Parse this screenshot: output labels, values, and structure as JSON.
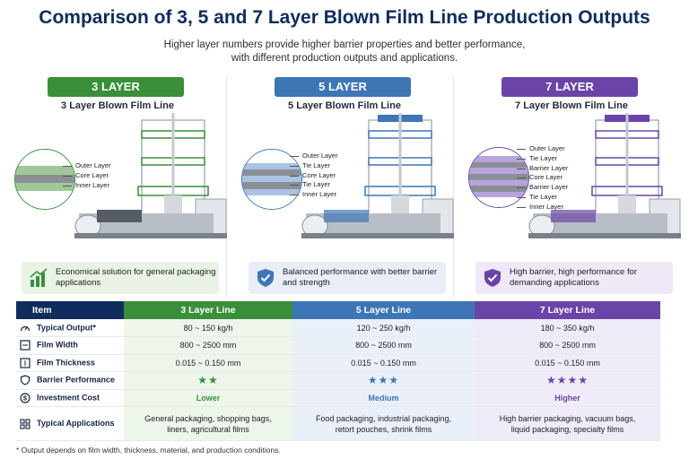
{
  "header": {
    "title": "Comparison of 3, 5 and 7 Layer Blown Film Line Production Outputs",
    "subtitle_line1": "Higher layer numbers provide higher barrier properties and better performance,",
    "subtitle_line2": "with different production outputs and applications."
  },
  "colors": {
    "green": "#3a8f3a",
    "blue": "#3e76b5",
    "purple": "#6a45a7",
    "navy": "#0f2d5c"
  },
  "panels": [
    {
      "badge": "3 LAYER",
      "title": "3 Layer Blown Film Line",
      "layers": [
        "Outer Layer",
        "Core Layer",
        "Inner Layer"
      ],
      "benefit": "Economical solution for general packaging applications",
      "benefit_icon": "bar-chart-up-icon"
    },
    {
      "badge": "5 LAYER",
      "title": "5 Layer Blown Film Line",
      "layers": [
        "Outer Layer",
        "Tie Layer",
        "Core Layer",
        "Tie Layer",
        "Inner Layer"
      ],
      "benefit": "Balanced performance with better barrier and strength",
      "benefit_icon": "shield-check-icon"
    },
    {
      "badge": "7 LAYER",
      "title": "7 Layer Blown Film Line",
      "layers": [
        "Outer Layer",
        "Tie Layer",
        "Barrier Layer",
        "Core Layer",
        "Barrier Layer",
        "Tie Layer",
        "Inner Layer"
      ],
      "benefit": "High barrier, high performance for demanding applications",
      "benefit_icon": "shield-check-icon"
    }
  ],
  "table": {
    "headers": [
      "Item",
      "3 Layer Line",
      "5 Layer Line",
      "7 Layer Line"
    ],
    "rows": [
      {
        "icon": "gauge-icon",
        "item": "Typical Output*",
        "v": [
          "80 ~ 150 kg/h",
          "120 ~ 250 kg/h",
          "180 ~ 350 kg/h"
        ]
      },
      {
        "icon": "ruler-icon",
        "item": "Film Width",
        "v": [
          "800 ~ 2500 mm",
          "800 ~ 2500 mm",
          "800 ~ 2500 mm"
        ]
      },
      {
        "icon": "thickness-icon",
        "item": "Film Thickness",
        "v": [
          "0.015 ~ 0.150 mm",
          "0.015 ~ 0.150 mm",
          "0.015 ~ 0.150 mm"
        ]
      },
      {
        "icon": "shield-icon",
        "item": "Barrier Performance",
        "v": [
          "★★",
          "★★★",
          "★★★★"
        ]
      },
      {
        "icon": "dollar-icon",
        "item": "Investment Cost",
        "v": [
          "Lower",
          "Medium",
          "Higher"
        ]
      },
      {
        "icon": "grid-icon",
        "item": "Typical Applications",
        "v": [
          [
            "General packaging, shopping bags,",
            "liners, agricultural films"
          ],
          [
            "Food packaging, industrial packaging,",
            "retort pouches, shrink films"
          ],
          [
            "High barrier packaging, vacuum bags,",
            "liquid packaging, specialty films"
          ]
        ]
      }
    ]
  },
  "footnote": "* Output depends on film width, thickness, material, and production conditions."
}
